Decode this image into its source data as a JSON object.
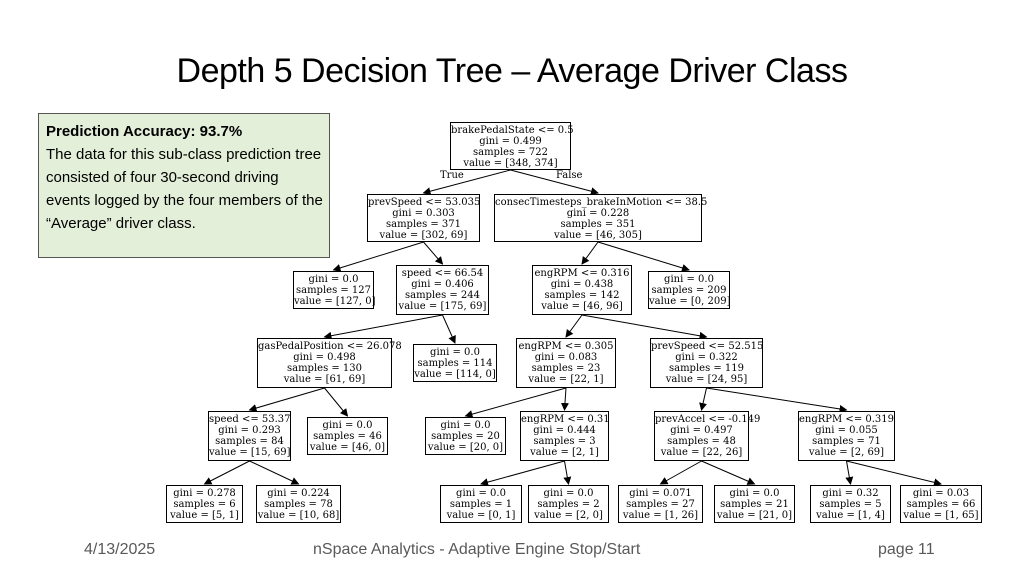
{
  "title": "Depth 5 Decision Tree – Average Driver Class",
  "info": {
    "accuracy": "Prediction Accuracy:  93.7%",
    "text": "The data for this sub-class prediction tree consisted of four 30-second driving events logged by the four members of the “Average” driver class."
  },
  "edge_labels": {
    "true": "True",
    "false": "False"
  },
  "nodes": [
    {
      "id": "n0",
      "lines": [
        "brakePedalState <= 0.5",
        "gini = 0.499",
        "samples = 722",
        "value = [348, 374]"
      ]
    },
    {
      "id": "n1",
      "lines": [
        "prevSpeed <= 53.035",
        "gini = 0.303",
        "samples = 371",
        "value = [302, 69]"
      ]
    },
    {
      "id": "n2",
      "lines": [
        "consecTimesteps_brakeInMotion <= 38.5",
        "gini = 0.228",
        "samples = 351",
        "value = [46, 305]"
      ]
    },
    {
      "id": "n3",
      "lines": [
        "gini = 0.0",
        "samples = 127",
        "value = [127, 0]"
      ]
    },
    {
      "id": "n4",
      "lines": [
        "speed <= 66.54",
        "gini = 0.406",
        "samples = 244",
        "value = [175, 69]"
      ]
    },
    {
      "id": "n5",
      "lines": [
        "engRPM <= 0.316",
        "gini = 0.438",
        "samples = 142",
        "value = [46, 96]"
      ]
    },
    {
      "id": "n6",
      "lines": [
        "gini = 0.0",
        "samples = 209",
        "value = [0, 209]"
      ]
    },
    {
      "id": "n7",
      "lines": [
        "gasPedalPosition <= 26.078",
        "gini = 0.498",
        "samples = 130",
        "value = [61, 69]"
      ]
    },
    {
      "id": "n8",
      "lines": [
        "gini = 0.0",
        "samples = 114",
        "value = [114, 0]"
      ]
    },
    {
      "id": "n9",
      "lines": [
        "engRPM <= 0.305",
        "gini = 0.083",
        "samples = 23",
        "value = [22, 1]"
      ]
    },
    {
      "id": "n10",
      "lines": [
        "prevSpeed <= 52.515",
        "gini = 0.322",
        "samples = 119",
        "value = [24, 95]"
      ]
    },
    {
      "id": "n11",
      "lines": [
        "speed <= 53.37",
        "gini = 0.293",
        "samples = 84",
        "value = [15, 69]"
      ]
    },
    {
      "id": "n12",
      "lines": [
        "gini = 0.0",
        "samples = 46",
        "value = [46, 0]"
      ]
    },
    {
      "id": "n13",
      "lines": [
        "gini = 0.0",
        "samples = 20",
        "value = [20, 0]"
      ]
    },
    {
      "id": "n14",
      "lines": [
        "engRPM <= 0.31",
        "gini = 0.444",
        "samples = 3",
        "value = [2, 1]"
      ]
    },
    {
      "id": "n15",
      "lines": [
        "prevAccel <= -0.149",
        "gini = 0.497",
        "samples = 48",
        "value = [22, 26]"
      ]
    },
    {
      "id": "n16",
      "lines": [
        "engRPM <= 0.319",
        "gini = 0.055",
        "samples = 71",
        "value = [2, 69]"
      ]
    },
    {
      "id": "n17",
      "lines": [
        "gini = 0.278",
        "samples = 6",
        "value = [5, 1]"
      ]
    },
    {
      "id": "n18",
      "lines": [
        "gini = 0.224",
        "samples = 78",
        "value = [10, 68]"
      ]
    },
    {
      "id": "n19",
      "lines": [
        "gini = 0.0",
        "samples = 1",
        "value = [0, 1]"
      ]
    },
    {
      "id": "n20",
      "lines": [
        "gini = 0.0",
        "samples = 2",
        "value = [2, 0]"
      ]
    },
    {
      "id": "n21",
      "lines": [
        "gini = 0.071",
        "samples = 27",
        "value = [1, 26]"
      ]
    },
    {
      "id": "n22",
      "lines": [
        "gini = 0.0",
        "samples = 21",
        "value = [21, 0]"
      ]
    },
    {
      "id": "n23",
      "lines": [
        "gini = 0.32",
        "samples = 5",
        "value = [1, 4]"
      ]
    },
    {
      "id": "n24",
      "lines": [
        "gini = 0.03",
        "samples = 66",
        "value = [1, 65]"
      ]
    }
  ],
  "edges": [
    [
      "n0",
      "n1"
    ],
    [
      "n0",
      "n2"
    ],
    [
      "n1",
      "n3"
    ],
    [
      "n1",
      "n4"
    ],
    [
      "n2",
      "n5"
    ],
    [
      "n2",
      "n6"
    ],
    [
      "n4",
      "n7"
    ],
    [
      "n4",
      "n8"
    ],
    [
      "n5",
      "n9"
    ],
    [
      "n5",
      "n10"
    ],
    [
      "n7",
      "n11"
    ],
    [
      "n7",
      "n12"
    ],
    [
      "n9",
      "n13"
    ],
    [
      "n9",
      "n14"
    ],
    [
      "n10",
      "n15"
    ],
    [
      "n10",
      "n16"
    ],
    [
      "n11",
      "n17"
    ],
    [
      "n11",
      "n18"
    ],
    [
      "n14",
      "n19"
    ],
    [
      "n14",
      "n20"
    ],
    [
      "n15",
      "n21"
    ],
    [
      "n15",
      "n22"
    ],
    [
      "n16",
      "n23"
    ],
    [
      "n16",
      "n24"
    ]
  ],
  "footer": {
    "date": "4/13/2025",
    "center": "nSpace  Analytics - Adaptive Engine Stop/Start",
    "page": "page 11"
  }
}
